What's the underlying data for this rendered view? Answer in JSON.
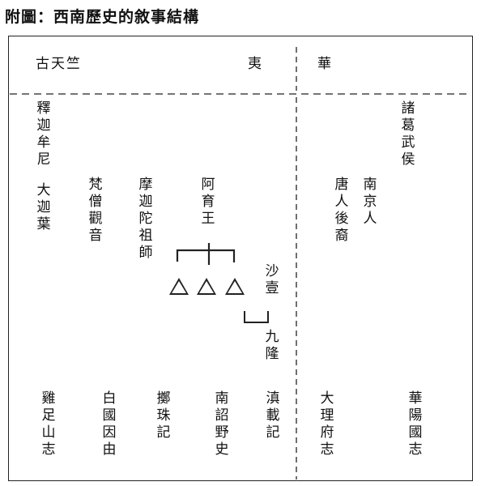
{
  "caption": "附圖：西南歷史的敘事結構",
  "regions": {
    "tianzhu": "古天竺",
    "yi": "夷",
    "hua": "華"
  },
  "figures": {
    "shijiamouni": "釋迦牟尼",
    "dajiaye": "大迦葉",
    "fansengguanyin": "梵僧觀音",
    "mohejiatuozushi": "摩迦陀祖師",
    "ayuwang": "阿育王",
    "shayi": "沙壹",
    "jiulong": "九隆",
    "zhugewuhou": "諸葛武侯",
    "nanjingren": "南京人",
    "tangrenhouyi": "唐人後裔"
  },
  "texts": {
    "jizushanzhi": "雞足山志",
    "baiguoyinyou": "白國因由",
    "zhezhuji": "擲珠記",
    "nanzhaoyeshi": "南詔野史",
    "dianzaiji": "滇載記",
    "dalifuzhi": "大理府志",
    "huayangguozhi": "華陽國志"
  }
}
